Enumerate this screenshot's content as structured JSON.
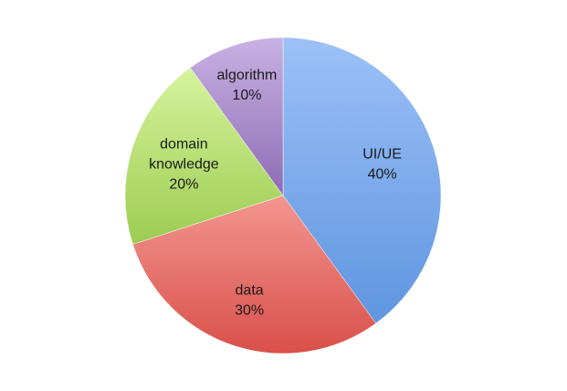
{
  "chart_data": {
    "type": "pie",
    "title": "",
    "slices": [
      {
        "label_lines": [
          "UI/UE"
        ],
        "value": 40,
        "value_label": "40%",
        "color": "#5f95e0",
        "color_light": "#9cc1f7"
      },
      {
        "label_lines": [
          "data"
        ],
        "value": 30,
        "value_label": "30%",
        "color": "#d9504a",
        "color_light": "#f39690"
      },
      {
        "label_lines": [
          "domain",
          "knowledge"
        ],
        "value": 20,
        "value_label": "20%",
        "color": "#9ccc52",
        "color_light": "#d6f49d"
      },
      {
        "label_lines": [
          "algorithm"
        ],
        "value": 10,
        "value_label": "10%",
        "color": "#8f6bb5",
        "color_light": "#c8b2e3"
      }
    ],
    "start_angle": "12 o'clock",
    "direction": "clockwise",
    "legend": "none",
    "grid": false
  }
}
